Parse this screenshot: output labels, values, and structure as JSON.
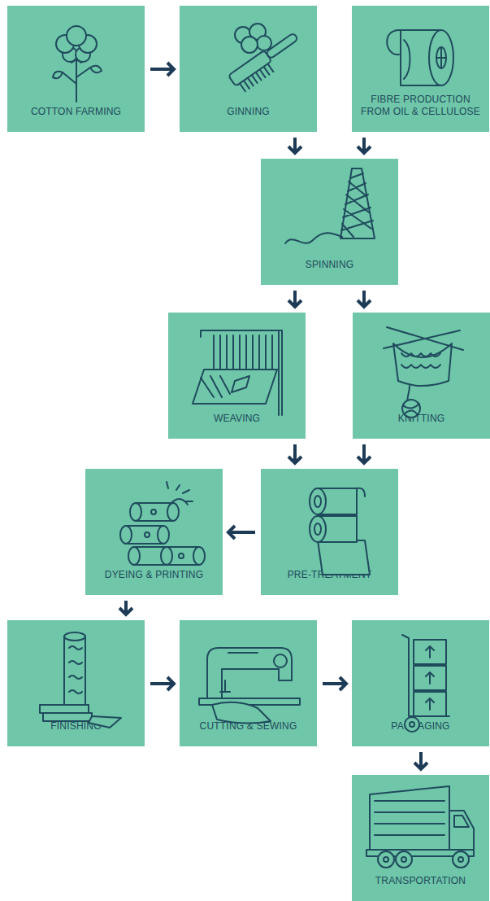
{
  "diagram": {
    "nodes": [
      {
        "text": [
          "COTTON FARMING"
        ]
      },
      {
        "text": [
          "GINNING"
        ]
      },
      {
        "text": [
          "FIBRE PRODUCTION FROM OIL & CELLULOSE"
        ]
      },
      {
        "text": [
          "SPINNING"
        ]
      },
      {
        "text": [
          "WEAVING"
        ]
      },
      {
        "text": [
          "KNITTING"
        ]
      },
      {
        "text": [
          "DYEING & PRINTING"
        ]
      },
      {
        "text": [
          "PRE-TREATMENT"
        ]
      },
      {
        "text": [
          "FINISHING"
        ]
      },
      {
        "text": [
          "CUTTING & SEWING"
        ]
      },
      {
        "text": [
          "PACKAGING"
        ]
      },
      {
        "text": [
          "TRANSPORTATION"
        ]
      }
    ],
    "edges": [
      {
        "from": 0,
        "to": 1,
        "arrow": "to"
      },
      {
        "from": 1,
        "to": 3,
        "arrow": "to"
      },
      {
        "from": 2,
        "to": 3,
        "arrow": "to"
      },
      {
        "from": 3,
        "to": 4,
        "arrow": "to"
      },
      {
        "from": 3,
        "to": 5,
        "arrow": "to"
      },
      {
        "from": 4,
        "to": 7,
        "arrow": "to"
      },
      {
        "from": 5,
        "to": 7,
        "arrow": "to"
      },
      {
        "from": 7,
        "to": 6,
        "arrow": "to"
      },
      {
        "from": 6,
        "to": 8,
        "arrow": "to"
      },
      {
        "from": 8,
        "to": 9,
        "arrow": "to"
      },
      {
        "from": 9,
        "to": 10,
        "arrow": "to"
      },
      {
        "from": 10,
        "to": 11,
        "arrow": "to"
      }
    ]
  }
}
